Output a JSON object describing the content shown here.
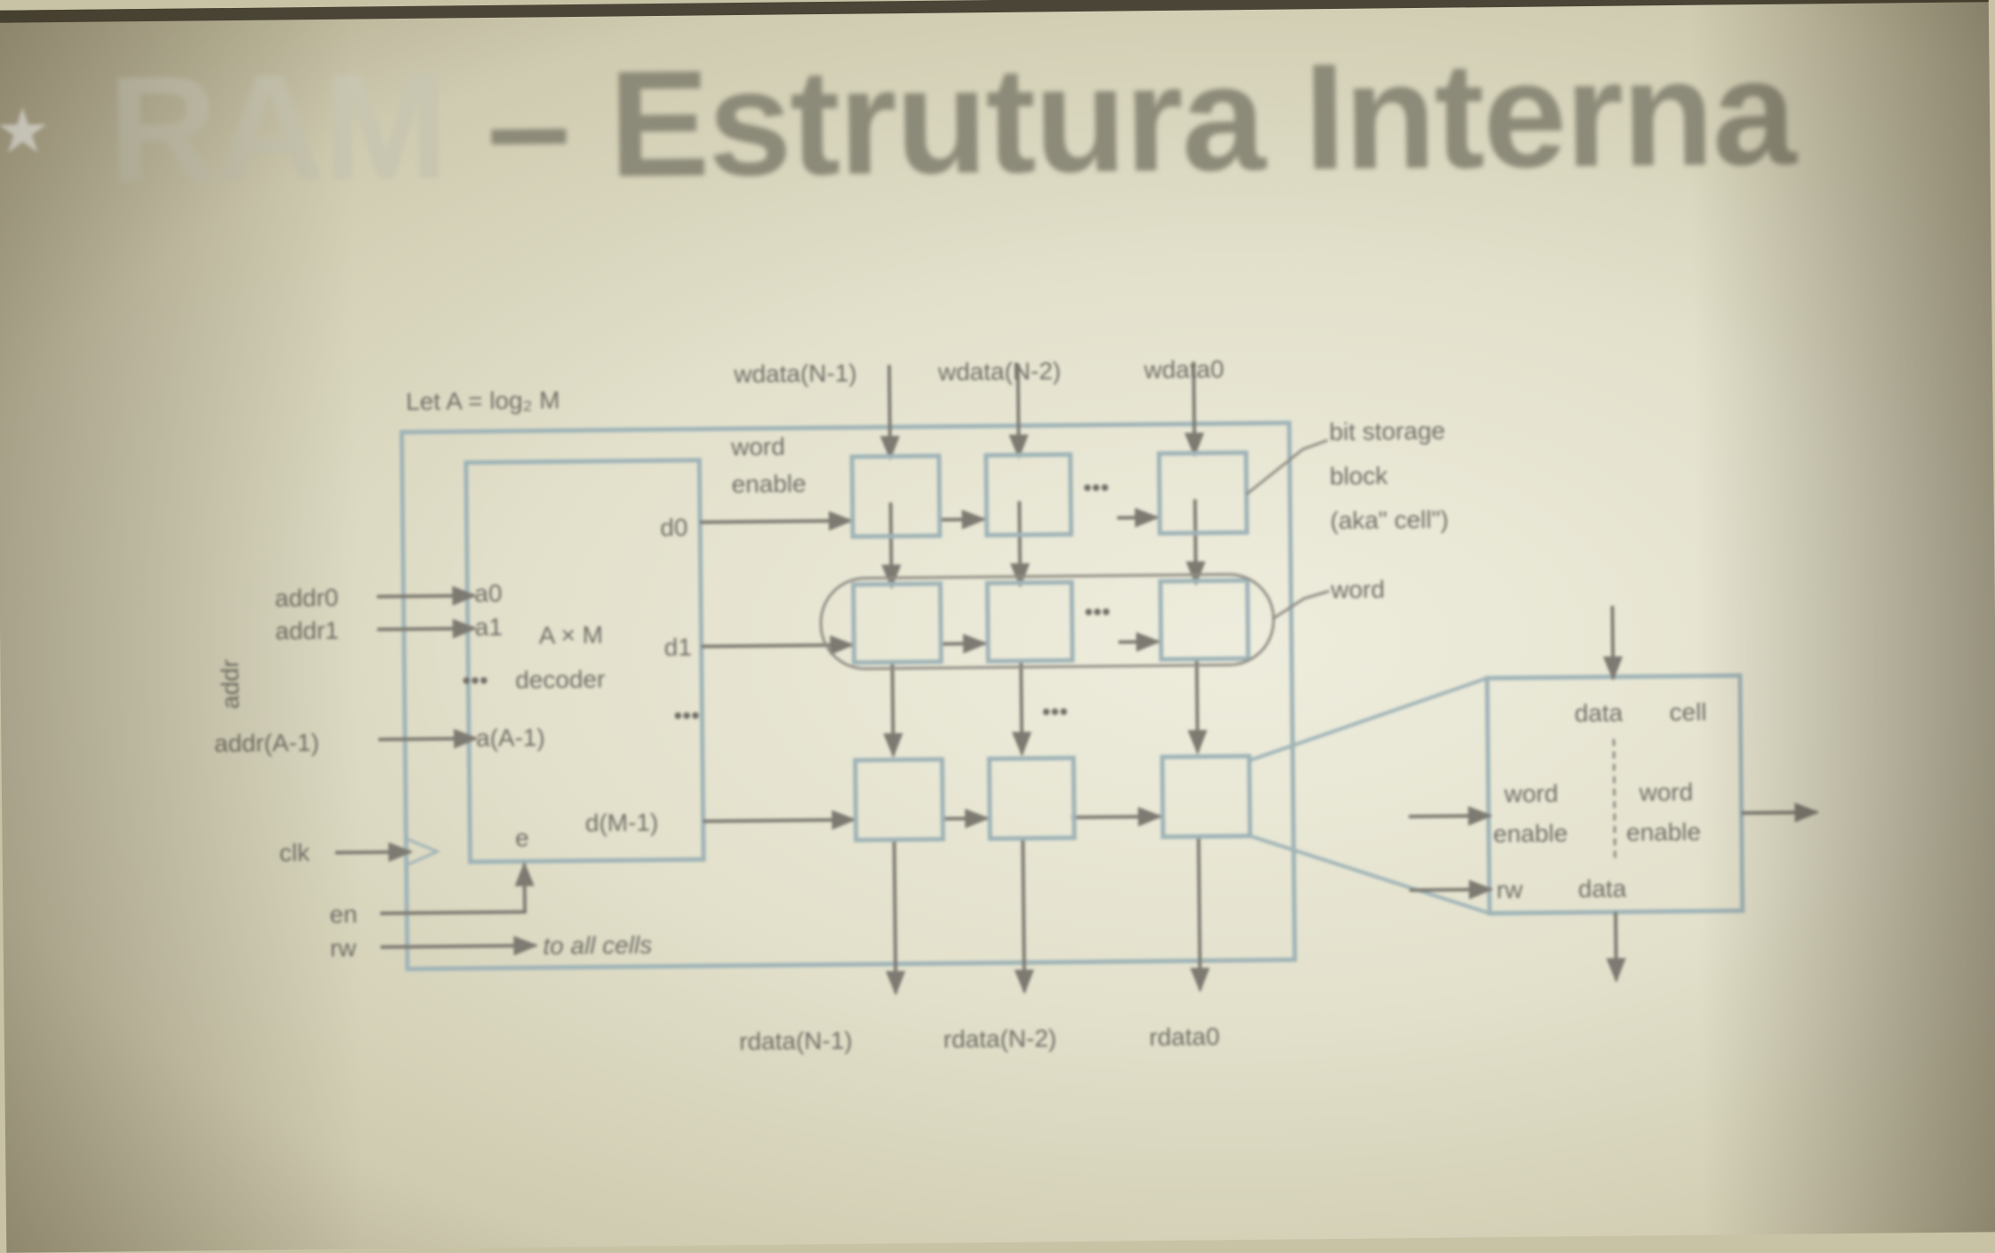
{
  "slide": {
    "bullet_glyph": "★",
    "title_part1": "RAM",
    "title_part2": " – Estrutura Interna"
  },
  "diagram": {
    "let_note": "Let A = log₂ M",
    "wdata": [
      "wdata(N-1)",
      "wdata(N-2)",
      "wdata0"
    ],
    "rdata": [
      "rdata(N-1)",
      "rdata(N-2)",
      "rdata0"
    ],
    "word_enable": [
      "word",
      "enable"
    ],
    "decoder_outputs": [
      "d0",
      "d1",
      "d(M-1)"
    ],
    "decoder_inputs": [
      "a0",
      "a1",
      "a(A-1)"
    ],
    "addr_inputs": [
      "addr0",
      "addr1",
      "addr(A-1)"
    ],
    "addr_bus_label": "addr",
    "decoder_name": [
      "A × M",
      "decoder"
    ],
    "ellipsis": "•••",
    "enable_pin": "e",
    "clk_label": "clk",
    "en_label": "en",
    "rw_label": "rw",
    "to_all_cells": "to all cells",
    "bit_storage": [
      "bit storage",
      "block",
      "(aka\" cell\")"
    ],
    "word_label": "word",
    "cell_detail": {
      "data_top": "data",
      "cell": "cell",
      "word_left": [
        "word",
        "enable"
      ],
      "word_right": [
        "word",
        "enable"
      ],
      "rw": "rw",
      "data_bottom": "data"
    }
  }
}
